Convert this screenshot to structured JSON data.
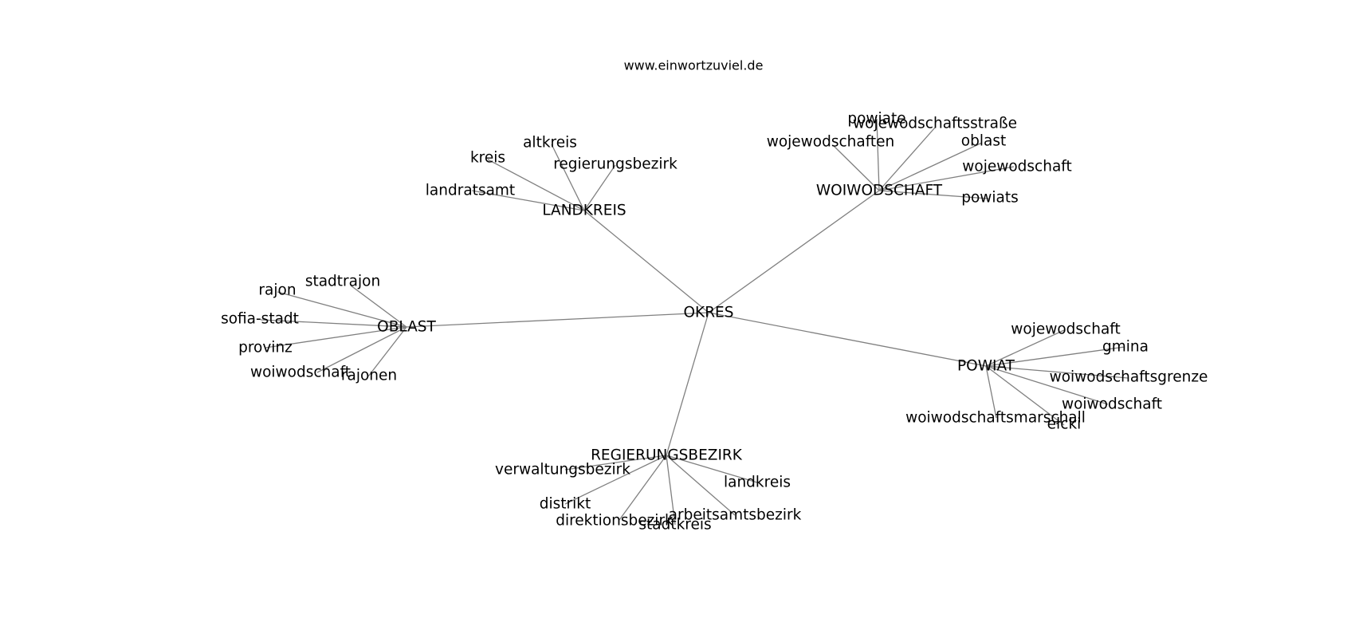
{
  "site": "www.einwortzuviel.de",
  "root": "OKRES",
  "groups": [
    {
      "hub": "LANDKREIS",
      "leaves": [
        "altkreis",
        "kreis",
        "regierungsbezirk",
        "landratsamt"
      ]
    },
    {
      "hub": "WOIWODSCHAFT",
      "leaves": [
        "powiate",
        "wojewodschaftsstraße",
        "wojewodschaften",
        "oblast",
        "wojewodschaft",
        "powiats"
      ]
    },
    {
      "hub": "OBLAST",
      "leaves": [
        "stadtrajon",
        "rajon",
        "sofia-stadt",
        "provinz",
        "woiwodschaft",
        "rajonen"
      ]
    },
    {
      "hub": "POWIAT",
      "leaves": [
        "wojewodschaft",
        "gmina",
        "woiwodschaftsgrenze",
        "woiwodschaft",
        "woiwodschaftsmarschall",
        "ełcki"
      ]
    },
    {
      "hub": "REGIERUNGSBEZIRK",
      "leaves": [
        "verwaltungsbezirk",
        "landkreis",
        "distrikt",
        "arbeitsamtsbezirk",
        "direktionsbezirk",
        "stadtkreis"
      ]
    }
  ]
}
